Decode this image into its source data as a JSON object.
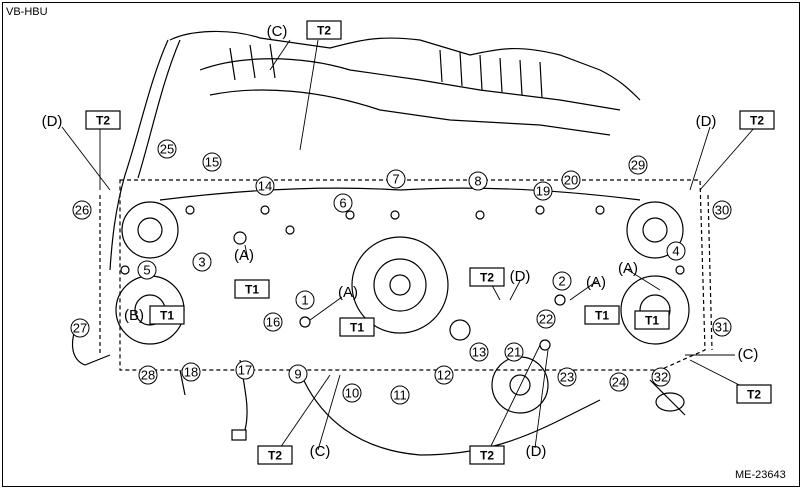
{
  "header": {
    "model_code": "VB-HBU"
  },
  "footer": {
    "figure_id": "ME-23643"
  },
  "colors": {
    "line": "#000000",
    "fill": "#ffffff",
    "shade": "#e6e6e6"
  },
  "callouts": [
    {
      "id": "c1",
      "text": "1"
    },
    {
      "id": "c2",
      "text": "2"
    },
    {
      "id": "c3",
      "text": "3"
    },
    {
      "id": "c4",
      "text": "4"
    },
    {
      "id": "c5",
      "text": "5"
    },
    {
      "id": "c6",
      "text": "6"
    },
    {
      "id": "c7",
      "text": "7"
    },
    {
      "id": "c8",
      "text": "8"
    },
    {
      "id": "c9",
      "text": "9"
    },
    {
      "id": "c10",
      "text": "10"
    },
    {
      "id": "c11",
      "text": "11"
    },
    {
      "id": "c12",
      "text": "12"
    },
    {
      "id": "c13",
      "text": "13"
    },
    {
      "id": "c14",
      "text": "14"
    },
    {
      "id": "c15",
      "text": "15"
    },
    {
      "id": "c16",
      "text": "16"
    },
    {
      "id": "c17",
      "text": "17"
    },
    {
      "id": "c18",
      "text": "18"
    },
    {
      "id": "c19",
      "text": "19"
    },
    {
      "id": "c20",
      "text": "20"
    },
    {
      "id": "c21",
      "text": "21"
    },
    {
      "id": "c22",
      "text": "22"
    },
    {
      "id": "c23",
      "text": "23"
    },
    {
      "id": "c24",
      "text": "24"
    },
    {
      "id": "c25",
      "text": "25"
    },
    {
      "id": "c26",
      "text": "26"
    },
    {
      "id": "c27",
      "text": "27"
    },
    {
      "id": "c28",
      "text": "28"
    },
    {
      "id": "c29",
      "text": "29"
    },
    {
      "id": "c30",
      "text": "30"
    },
    {
      "id": "c31",
      "text": "31"
    },
    {
      "id": "c32",
      "text": "32"
    }
  ],
  "letter_labels": {
    "A": "(A)",
    "B": "(B)",
    "C": "(C)",
    "D": "(D)"
  },
  "torque_labels": {
    "T1": "T1",
    "T2": "T2"
  }
}
